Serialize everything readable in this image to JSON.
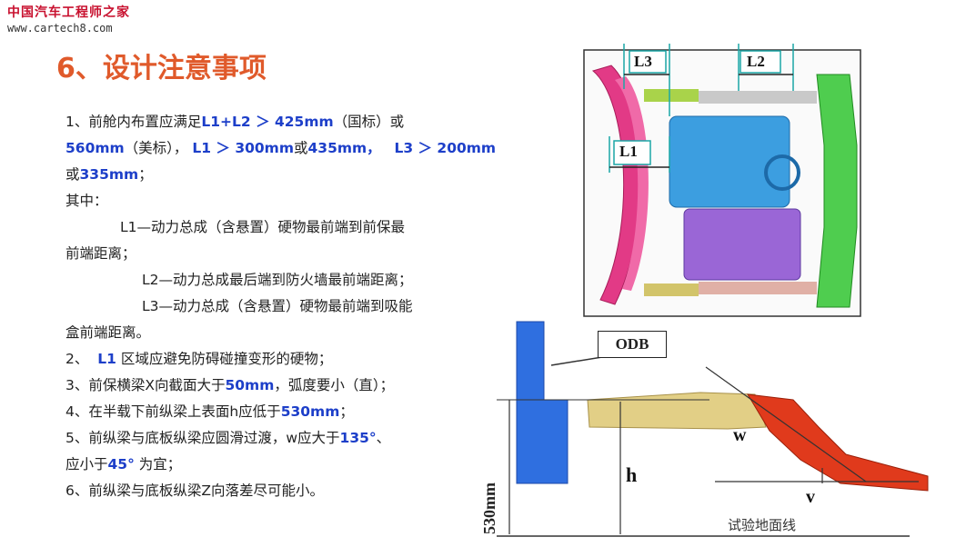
{
  "watermark": {
    "cn": "中国汽车工程师之家",
    "url": "www.cartech8.com"
  },
  "title": "6、设计注意事项",
  "items": {
    "i1": {
      "a": "1、前舱内布置应满足",
      "b": "L1+L2 ＞ 425mm",
      "c": "（国标）或",
      "d": "560mm",
      "e": "（美标），",
      "f": "L1 ＞ 300mm",
      "g": "或",
      "h": "435mm，",
      "i": "L3 ＞ 200mm",
      "j": "或",
      "k": "335mm",
      "l": "；"
    },
    "qizhong": "其中：",
    "l1_def_a": "L1—动力总成（含悬置）硬物最前端到前保最",
    "l1_def_b": "前端距离；",
    "l2_def": "L2—动力总成最后端到防火墙最前端距离；",
    "l3_def_a": "L3—动力总成（含悬置）硬物最前端到吸能",
    "l3_def_b": "盒前端距离。",
    "i2": {
      "a": "2、",
      "b": "L1",
      "c": "区域应避免防碍碰撞变形的硬物；"
    },
    "i3": {
      "a": "3、前保横梁X向截面大于",
      "b": "50mm",
      "c": "，弧度要小（直）；"
    },
    "i4": {
      "a": "4、在半载下前纵梁上表面h应低于",
      "b": "530mm",
      "c": "；"
    },
    "i5": {
      "a": "5、前纵梁与底板纵梁应圆滑过渡，w应大于",
      "b": "135°",
      "c": "、",
      "d": "应小于",
      "e": "45°",
      "f": "为宜；"
    },
    "i6": "6、前纵梁与底板纵梁Z向落差尽可能小。"
  },
  "diagram": {
    "L1": "L1",
    "L2": "L2",
    "L3": "L3",
    "odb": "ODB",
    "w": "w",
    "v": "v",
    "h": "h",
    "dim_530": "530mm",
    "ground": "试验地面线"
  },
  "colors": {
    "title": "#e05a2b",
    "highlight": "#1d3fc9",
    "watermark": "#c8102e"
  }
}
